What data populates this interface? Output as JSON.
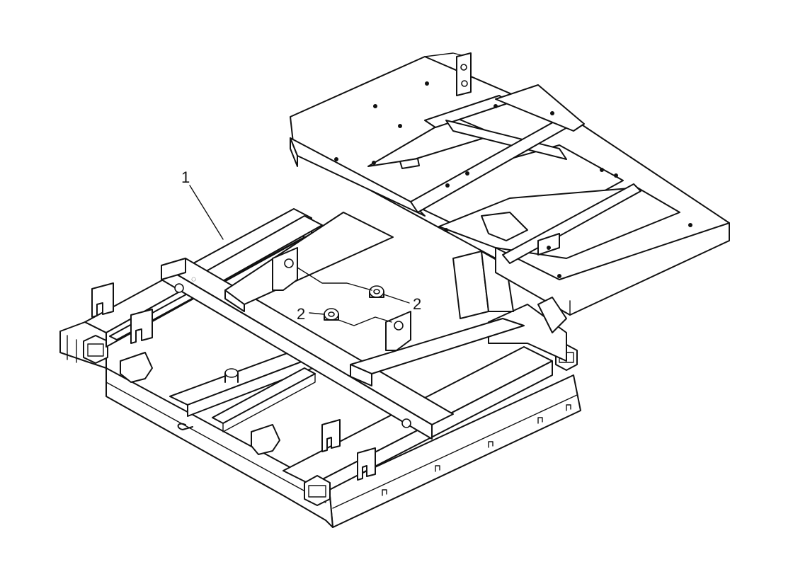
{
  "callouts": [
    {
      "id": "1",
      "label": "1"
    },
    {
      "id": "2a",
      "label": "2"
    },
    {
      "id": "2b",
      "label": "2"
    }
  ],
  "colors": {
    "line": "#111111",
    "background": "#ffffff"
  }
}
